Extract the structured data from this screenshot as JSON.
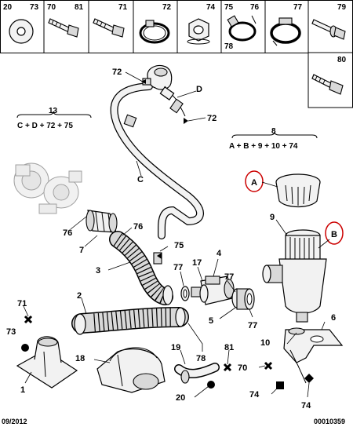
{
  "header_parts": [
    {
      "left": "20",
      "right": "73",
      "icon": "washer-icon"
    },
    {
      "left": "70",
      "right": "81",
      "icon": "bolt-icon"
    },
    {
      "left": "",
      "right": "71",
      "icon": "bolt-icon"
    },
    {
      "left": "",
      "right": "72",
      "icon": "hose-clamp-icon"
    },
    {
      "left": "",
      "right": "74",
      "icon": "nut-icon"
    },
    {
      "left": "75",
      "right": "76",
      "icon": "worm-clamp-icon"
    },
    {
      "left": "",
      "right": "77",
      "icon": "band-clamp-icon"
    },
    {
      "left": "",
      "right": "79",
      "icon": "flange-bolt-icon"
    }
  ],
  "header_extra": {
    "bottom_left": "78"
  },
  "side_part": {
    "number": "80",
    "icon": "self-tapping-screw-icon"
  },
  "groups": [
    {
      "number": "13",
      "formula": "C + D + 72 + 75"
    },
    {
      "number": "8",
      "formula": "A + B + 9 + 10 + 74"
    }
  ],
  "callouts": {
    "l72a": "72",
    "lD": "D",
    "l72b": "72",
    "lC": "C",
    "lA": "A",
    "l9": "9",
    "lB": "B",
    "l76a": "76",
    "l7": "7",
    "l76b": "76",
    "l75": "75",
    "l3": "3",
    "l77a": "77",
    "l17": "17",
    "l4": "4",
    "l77b": "77",
    "l77c": "77",
    "l5": "5",
    "l6": "6",
    "l71": "71",
    "l73": "73",
    "l2": "2",
    "l10": "10",
    "l18": "18",
    "l19": "19",
    "l81": "81",
    "l78": "78",
    "l70": "70",
    "l1": "1",
    "l20": "20",
    "l74a": "74",
    "l74b": "74"
  },
  "footer": {
    "date": "09/2012",
    "reference": "00010359"
  },
  "colors": {
    "line": "#000000",
    "part_fill": "#f2f2f2",
    "part_shade": "#d9d9d9",
    "highlight": "#cc0000"
  }
}
